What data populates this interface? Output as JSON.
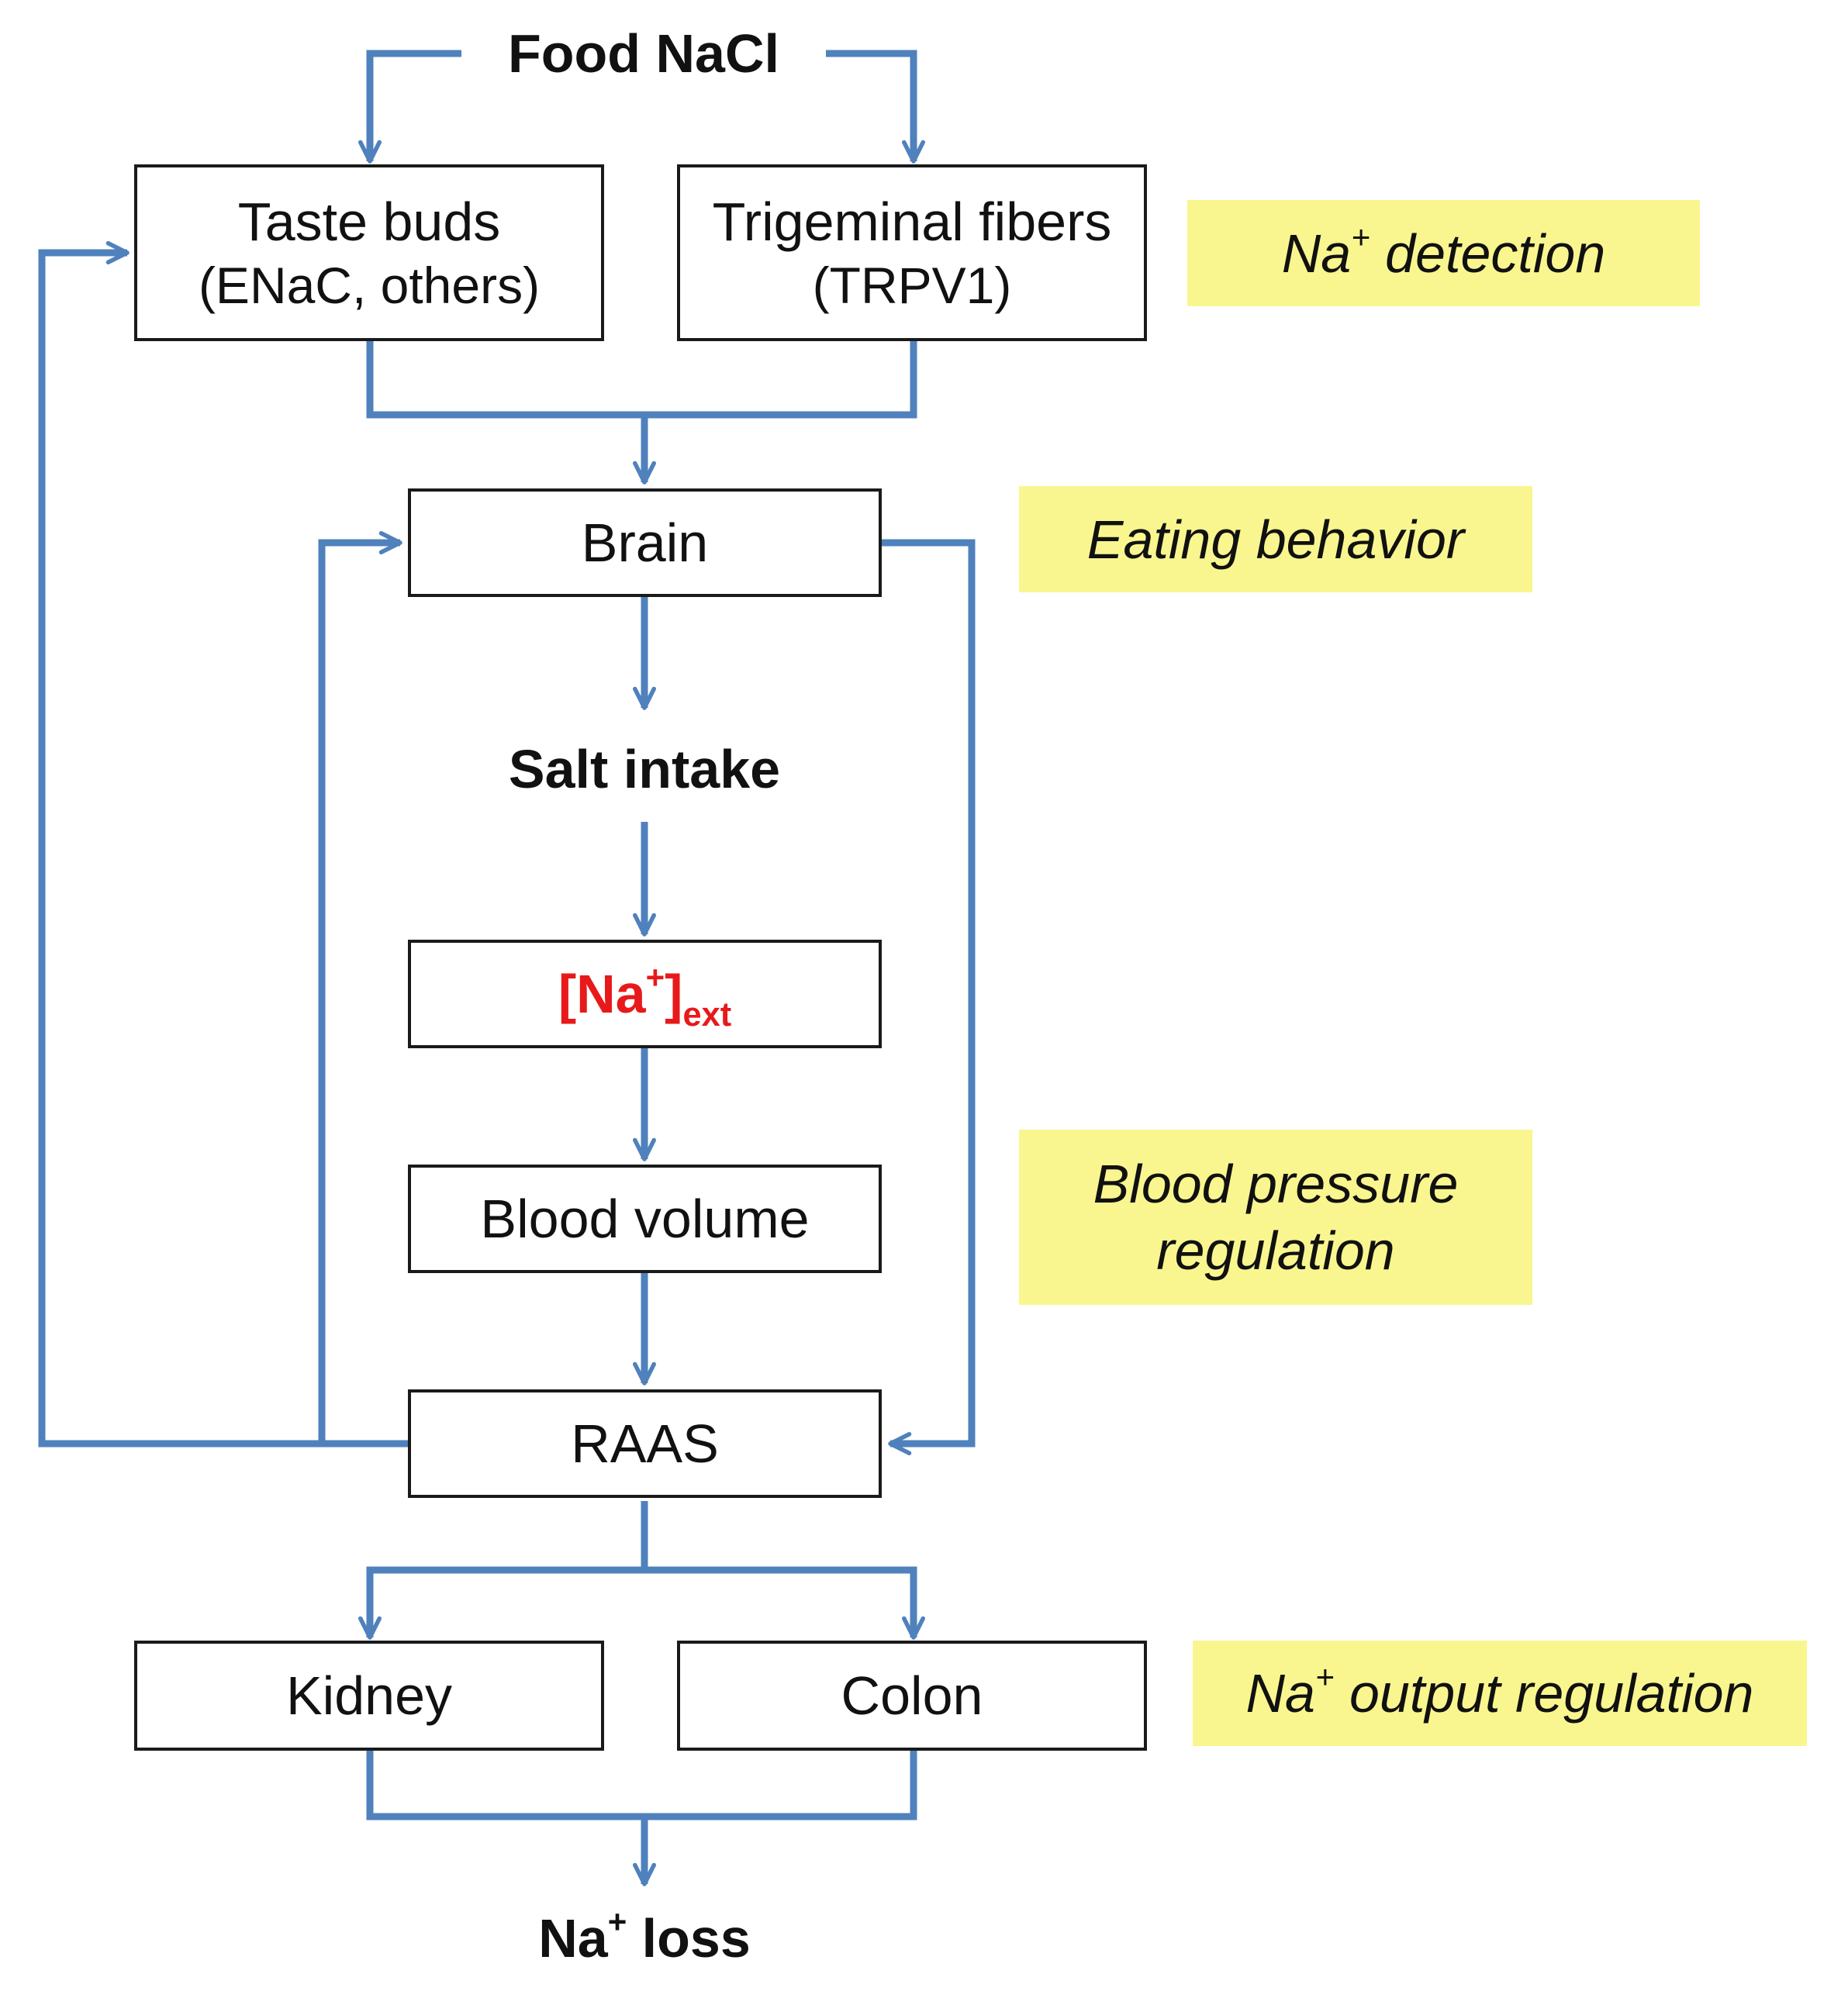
{
  "nodes": {
    "food_nacl": "Food NaCl",
    "taste_buds": {
      "line1": "Taste buds",
      "line2": "(ENaC, others)"
    },
    "trigeminal": {
      "line1": "Trigeminal fibers",
      "line2": "(TRPV1)"
    },
    "brain": "Brain",
    "salt_intake": "Salt intake",
    "na_ext": {
      "base": "[Na",
      "sup": "+",
      "close": "]",
      "sub": "ext"
    },
    "blood_volume": "Blood volume",
    "raas": "RAAS",
    "kidney": "Kidney",
    "colon": "Colon",
    "na_loss": {
      "base": "Na",
      "sup": "+",
      "rest": " loss"
    }
  },
  "annotations": {
    "na_detection": {
      "base": "Na",
      "sup": "+",
      "rest": " detection"
    },
    "eating_behavior": "Eating behavior",
    "blood_pressure": {
      "line1": "Blood pressure",
      "line2": "regulation"
    },
    "output_regulation": {
      "base": "Na",
      "sup": "+",
      "rest": " output regulation"
    }
  },
  "colors": {
    "arrow": "#4f81bd",
    "annotation_bg": "#f9f68f",
    "highlight_text": "#e8191a",
    "box_border": "#1a1a1a"
  }
}
